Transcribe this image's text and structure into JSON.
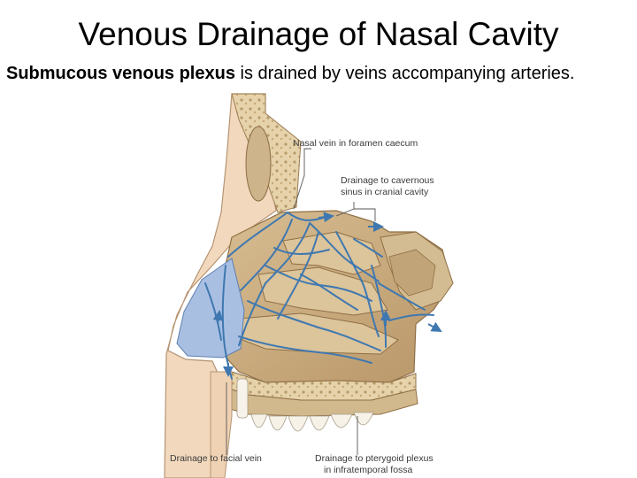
{
  "title": "Venous Drainage of Nasal Cavity",
  "subtitle": {
    "bold": "Submucous venous plexus",
    "rest": " is drained by veins accompanying arteries."
  },
  "labels": {
    "nasal_vein": "Nasal vein in foramen caecum",
    "cavernous_line1": "Drainage to cavernous",
    "cavernous_line2": "sinus in cranial cavity",
    "facial": "Drainage to facial vein",
    "pterygoid_line1": "Drainage to pterygoid plexus",
    "pterygoid_line2": "in infratemporal fossa"
  },
  "colors": {
    "vein": "#3f78b0",
    "bone": "#e8d6b0",
    "mucosa": "#d9c19a",
    "skin": "#f3dcc3",
    "nasal_vestibule": "#a9bfe2"
  }
}
